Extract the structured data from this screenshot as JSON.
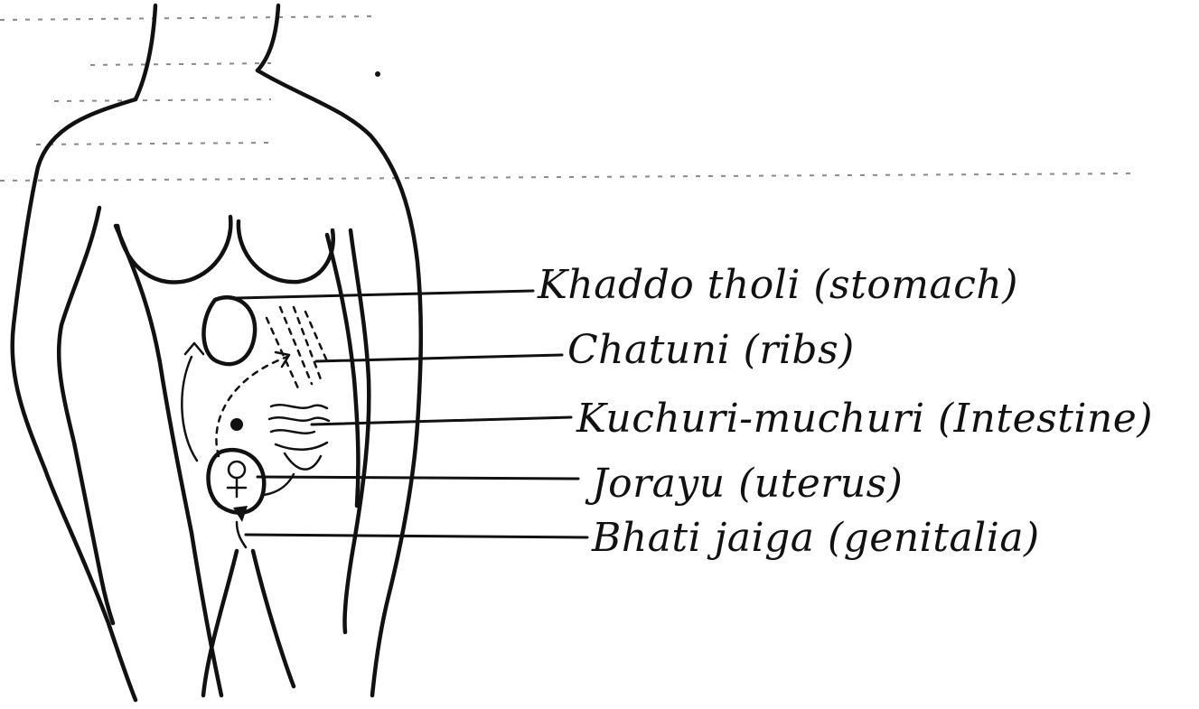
{
  "labels": [
    {
      "id": "stomach",
      "text": "Khaddo tholi (stomach)"
    },
    {
      "id": "ribs",
      "text": "Chatuni (ribs)"
    },
    {
      "id": "intestine",
      "text": "Kuchuri-muchuri (Intestine)"
    },
    {
      "id": "uterus",
      "text": "Jorayu (uterus)"
    },
    {
      "id": "genitalia",
      "text": "Bhati jaiga (genitalia)"
    }
  ],
  "colors": {
    "ink": "#111111",
    "paper": "#ffffff"
  }
}
